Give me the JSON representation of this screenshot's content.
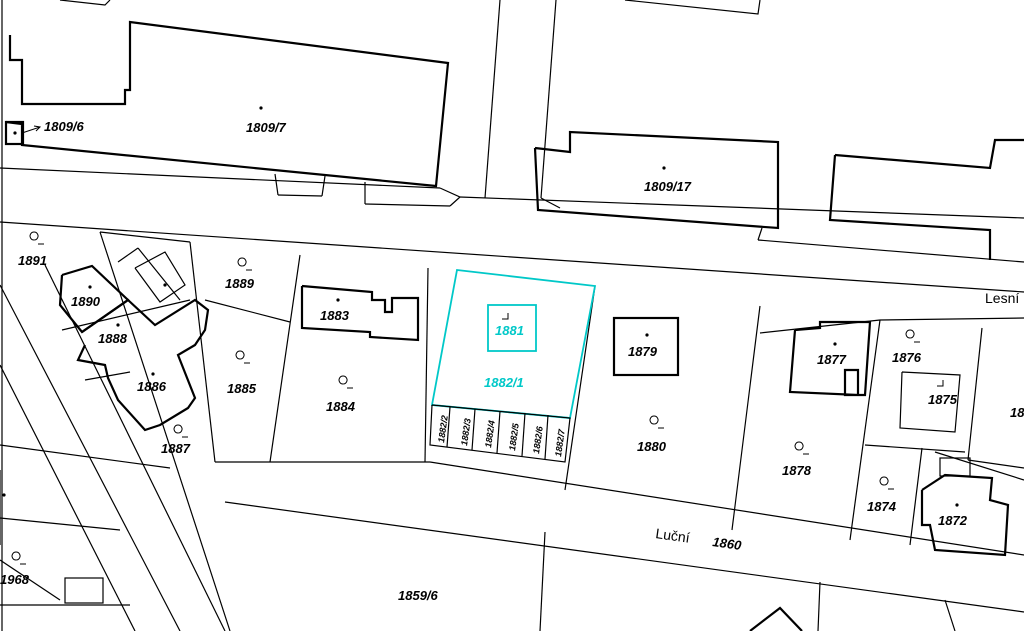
{
  "colors": {
    "background": "#ffffff",
    "lines": "#000000",
    "highlight": "#00c8c8"
  },
  "streets": {
    "lesni": "Lesní",
    "lucni": "Luční",
    "lucni_number": "1860"
  },
  "parcels": {
    "p1809_6": "1809/6",
    "p1809_7": "1809/7",
    "p1809_17": "1809/17",
    "p1891": "1891",
    "p1890": "1890",
    "p1888": "1888",
    "p1886": "1886",
    "p1887": "1887",
    "p1889": "1889",
    "p1885": "1885",
    "p1883": "1883",
    "p1884": "1884",
    "p1881": "1881",
    "p1882_1": "1882/1",
    "p1882_2": "1882/2",
    "p1882_3": "1882/3",
    "p1882_4": "1882/4",
    "p1882_5": "1882/5",
    "p1882_6": "1882/6",
    "p1882_7": "1882/7",
    "p1879": "1879",
    "p1880": "1880",
    "p1877": "1877",
    "p1876": "1876",
    "p1875": "1875",
    "p1878": "1878",
    "p1874": "1874",
    "p1872": "1872",
    "p1968": "1968",
    "p1859_6": "1859/6",
    "p18_cut": "18"
  }
}
